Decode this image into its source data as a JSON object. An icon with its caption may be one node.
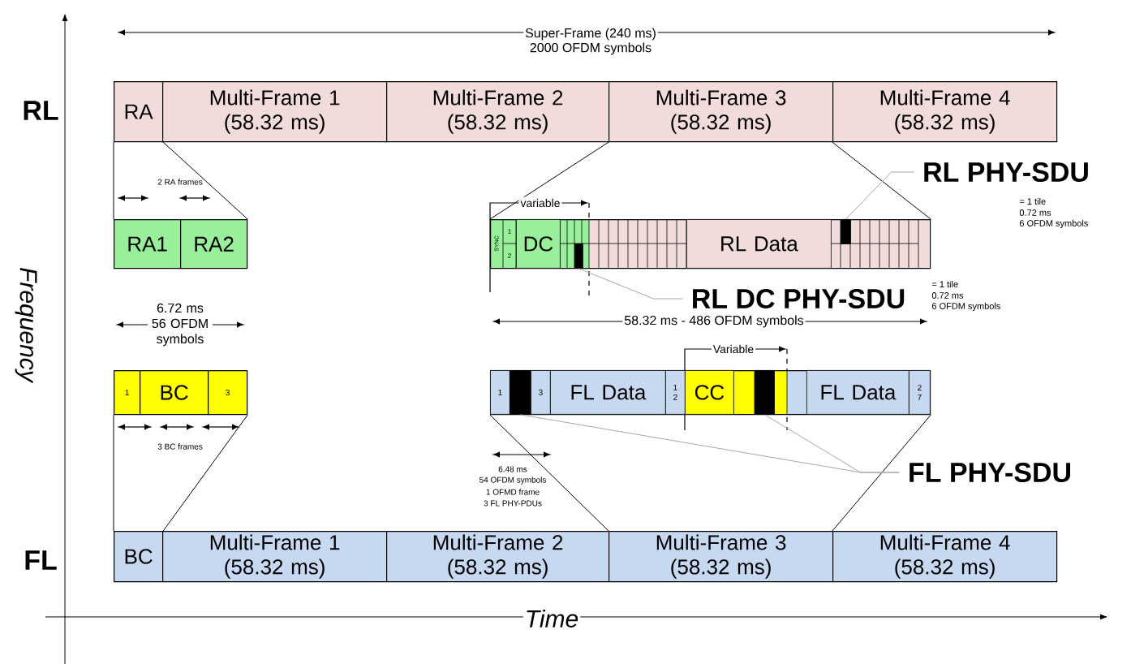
{
  "diagram": {
    "nodes": [
      {
        "text": [
          "RA"
        ]
      },
      {
        "text": [
          "Multi-Frame 1",
          "(58.32 ms)"
        ]
      },
      {
        "text": [
          "Multi-Frame 2",
          "(58.32 ms)"
        ]
      },
      {
        "text": [
          "Multi-Frame 3",
          "(58.32 ms)"
        ]
      },
      {
        "text": [
          "Multi-Frame 4",
          "(58.32 ms)"
        ]
      },
      {
        "text": [
          "RA1"
        ]
      },
      {
        "text": [
          "RA2"
        ]
      },
      {
        "text": [],
        "shape": "box"
      },
      {
        "text": [
          "DC"
        ],
        "in": 7
      },
      {
        "text": [
          "RL Data"
        ],
        "in": 7
      },
      {
        "text": [],
        "shape": "box",
        "in": 7
      },
      {
        "text": [],
        "shape": "box",
        "in": 7
      },
      {
        "text": [
          "RL PHY-SDU"
        ],
        "beside": [
          "= 1 tile",
          "0.72 ms",
          "6 OFDM symbols"
        ]
      },
      {
        "text": [
          "RL DC PHY-SDU"
        ],
        "beside": [
          "= 1 tile",
          "0.72 ms",
          "6 OFDM symbols"
        ]
      },
      {
        "text": [
          "1"
        ]
      },
      {
        "text": [
          "BC"
        ]
      },
      {
        "text": [
          "3"
        ]
      },
      {
        "text": [],
        "shape": "box"
      },
      {
        "text": [
          "1"
        ],
        "in": 17
      },
      {
        "text": [],
        "shape": "box",
        "in": 17
      },
      {
        "text": [
          "3"
        ],
        "in": 17
      },
      {
        "text": [
          "FL Data"
        ],
        "in": 17
      },
      {
        "text": [
          "1 2"
        ],
        "in": 17
      },
      {
        "text": [
          "CC"
        ],
        "in": 17
      },
      {
        "text": [],
        "shape": "box",
        "in": 17
      },
      {
        "text": [
          "FL Data"
        ],
        "in": 17
      },
      {
        "text": [
          "2 7"
        ],
        "in": 17
      },
      {
        "text": [
          "FL PHY-SDU"
        ]
      },
      {
        "text": [
          "BC"
        ]
      },
      {
        "text": [
          "Multi-Frame 1",
          "(58.32 ms)"
        ]
      },
      {
        "text": [
          "Multi-Frame 2",
          "(58.32 ms)"
        ]
      },
      {
        "text": [
          "Multi-Frame 3",
          "(58.32 ms)"
        ]
      },
      {
        "text": [
          "Multi-Frame 4",
          "(58.32 ms)"
        ]
      }
    ],
    "edges": [
      {
        "from": 0,
        "to": 5,
        "arrow": "none"
      },
      {
        "from": 0,
        "to": 6,
        "arrow": "none"
      },
      {
        "from": 3,
        "to": 7,
        "arrow": "none"
      },
      {
        "from": 4,
        "to": 7,
        "arrow": "none"
      },
      {
        "from": 28,
        "to": 14,
        "arrow": "none"
      },
      {
        "from": 28,
        "to": 16,
        "arrow": "none"
      },
      {
        "from": 31,
        "to": 17,
        "arrow": "none"
      },
      {
        "from": 32,
        "to": 17,
        "arrow": "none"
      },
      {
        "from": 12,
        "to": 11,
        "arrow": "none",
        "color": "#a6a6a6"
      },
      {
        "from": 13,
        "to": 10,
        "arrow": "none",
        "color": "#a6a6a6"
      },
      {
        "from": 27,
        "to": 19,
        "arrow": "none",
        "color": "#a6a6a6"
      },
      {
        "from": 27,
        "to": 24,
        "arrow": "none",
        "color": "#a6a6a6"
      }
    ],
    "labels": [
      "RL",
      "Super-Frame (240 ms)",
      "2000 OFDM symbols",
      "2 RA frames",
      "variable",
      "SYNC",
      "1",
      "2",
      "Frequency",
      "6.72 ms 56 OFDM symbols",
      "58.32 ms - 486 OFDM symbols",
      "Variable",
      "3 BC frames",
      "6.48 ms",
      "54 OFDM symbols",
      "1 OFMD frame",
      "3 FL PHY-PDUs",
      "FL",
      "Time"
    ]
  }
}
